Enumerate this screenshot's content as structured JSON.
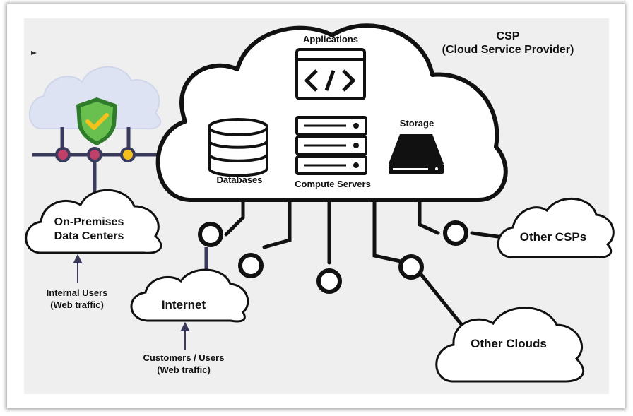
{
  "csp": {
    "title": "CSP",
    "subtitle": "(Cloud Service Provider)",
    "services": {
      "applications": "Applications",
      "databases": "Databases",
      "compute_servers": "Compute Servers",
      "storage": "Storage"
    }
  },
  "nodes": {
    "on_prem_line1": "On-Premises",
    "on_prem_line2": "Data Centers",
    "internet": "Internet",
    "other_csps": "Other CSPs",
    "other_clouds": "Other Clouds"
  },
  "users": {
    "internal_line1": "Internal Users",
    "internal_line2": "(Web traffic)",
    "customers_line1": "Customers / Users",
    "customers_line2": "(Web traffic)"
  },
  "icons": {
    "security": "shield-check-icon",
    "applications": "code-window-icon",
    "databases": "database-icon",
    "compute": "server-rack-icon",
    "storage": "storage-drive-icon"
  },
  "colors": {
    "connector_dark": "#3a3a5c",
    "shield_green": "#5cb546",
    "node_pink": "#c0406a",
    "node_yellow": "#f2c01d",
    "security_cloud": "#dde3f3"
  }
}
